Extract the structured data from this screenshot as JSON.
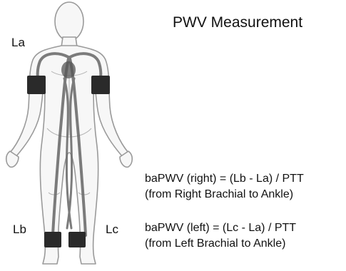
{
  "title": "PWV Measurement",
  "labels": {
    "la": "La",
    "lb": "Lb",
    "lc": "Lc"
  },
  "formulas": [
    {
      "equation": "baPWV (right) = (Lb - La) / PTT",
      "description": "(from Right Brachial to Ankle)"
    },
    {
      "equation": "baPWV (left) = (Lc - La) / PTT",
      "description": "(from Left Brachial to Ankle)"
    }
  ],
  "colors": {
    "body_outline": "#9a9a9a",
    "artery": "#6e6e6e",
    "cuff": "#2a2a2a",
    "heart": "#555555"
  }
}
